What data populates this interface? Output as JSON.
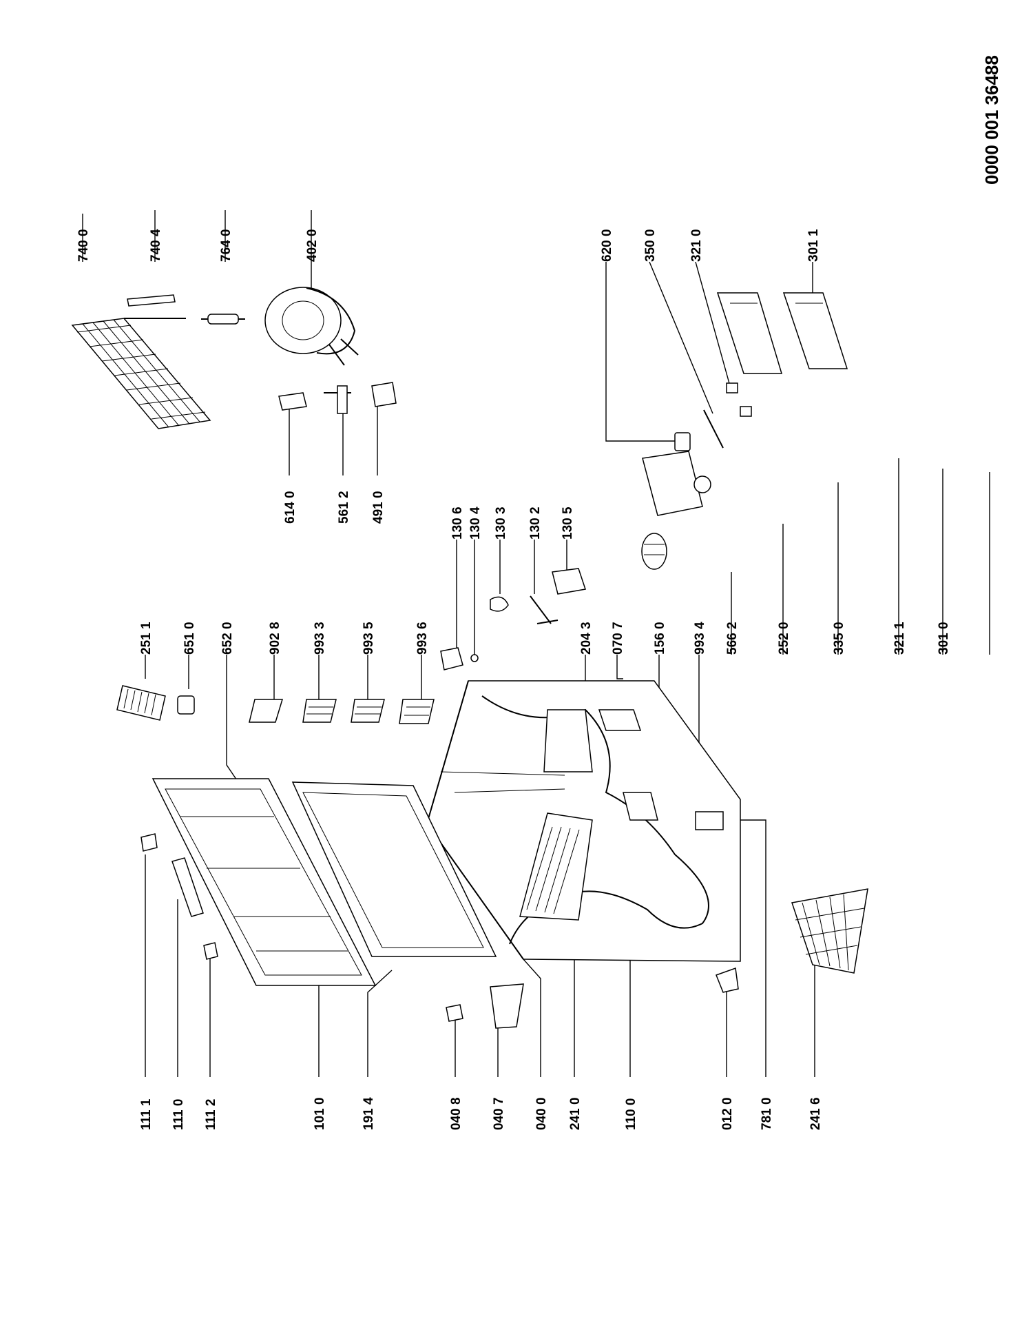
{
  "document": {
    "id": "0000 001 36488"
  },
  "parts": [
    {
      "code": "111 1"
    },
    {
      "code": "111 0"
    },
    {
      "code": "111 2"
    },
    {
      "code": "101 0"
    },
    {
      "code": "191 4"
    },
    {
      "code": "040 8"
    },
    {
      "code": "040 7"
    },
    {
      "code": "040 0"
    },
    {
      "code": "241 0"
    },
    {
      "code": "110 0"
    },
    {
      "code": "012 0"
    },
    {
      "code": "781 0"
    },
    {
      "code": "241 6"
    },
    {
      "code": "251 1"
    },
    {
      "code": "651 0"
    },
    {
      "code": "652 0"
    },
    {
      "code": "902 8"
    },
    {
      "code": "993 3"
    },
    {
      "code": "993 5"
    },
    {
      "code": "993 6"
    },
    {
      "code": "204 3"
    },
    {
      "code": "070 7"
    },
    {
      "code": "156 0"
    },
    {
      "code": "993 4"
    },
    {
      "code": "566 2"
    },
    {
      "code": "252 0"
    },
    {
      "code": "335 0"
    },
    {
      "code": "321 1"
    },
    {
      "code": "301 0"
    },
    {
      "code": "130 6"
    },
    {
      "code": "130 4"
    },
    {
      "code": "130 3"
    },
    {
      "code": "130 2"
    },
    {
      "code": "130 5"
    },
    {
      "code": "614 0"
    },
    {
      "code": "561 2"
    },
    {
      "code": "491 0"
    },
    {
      "code": "740 0"
    },
    {
      "code": "740 4"
    },
    {
      "code": "764 0"
    },
    {
      "code": "402 0"
    },
    {
      "code": "620 0"
    },
    {
      "code": "350 0"
    },
    {
      "code": "321 0"
    },
    {
      "code": "301 1"
    }
  ]
}
